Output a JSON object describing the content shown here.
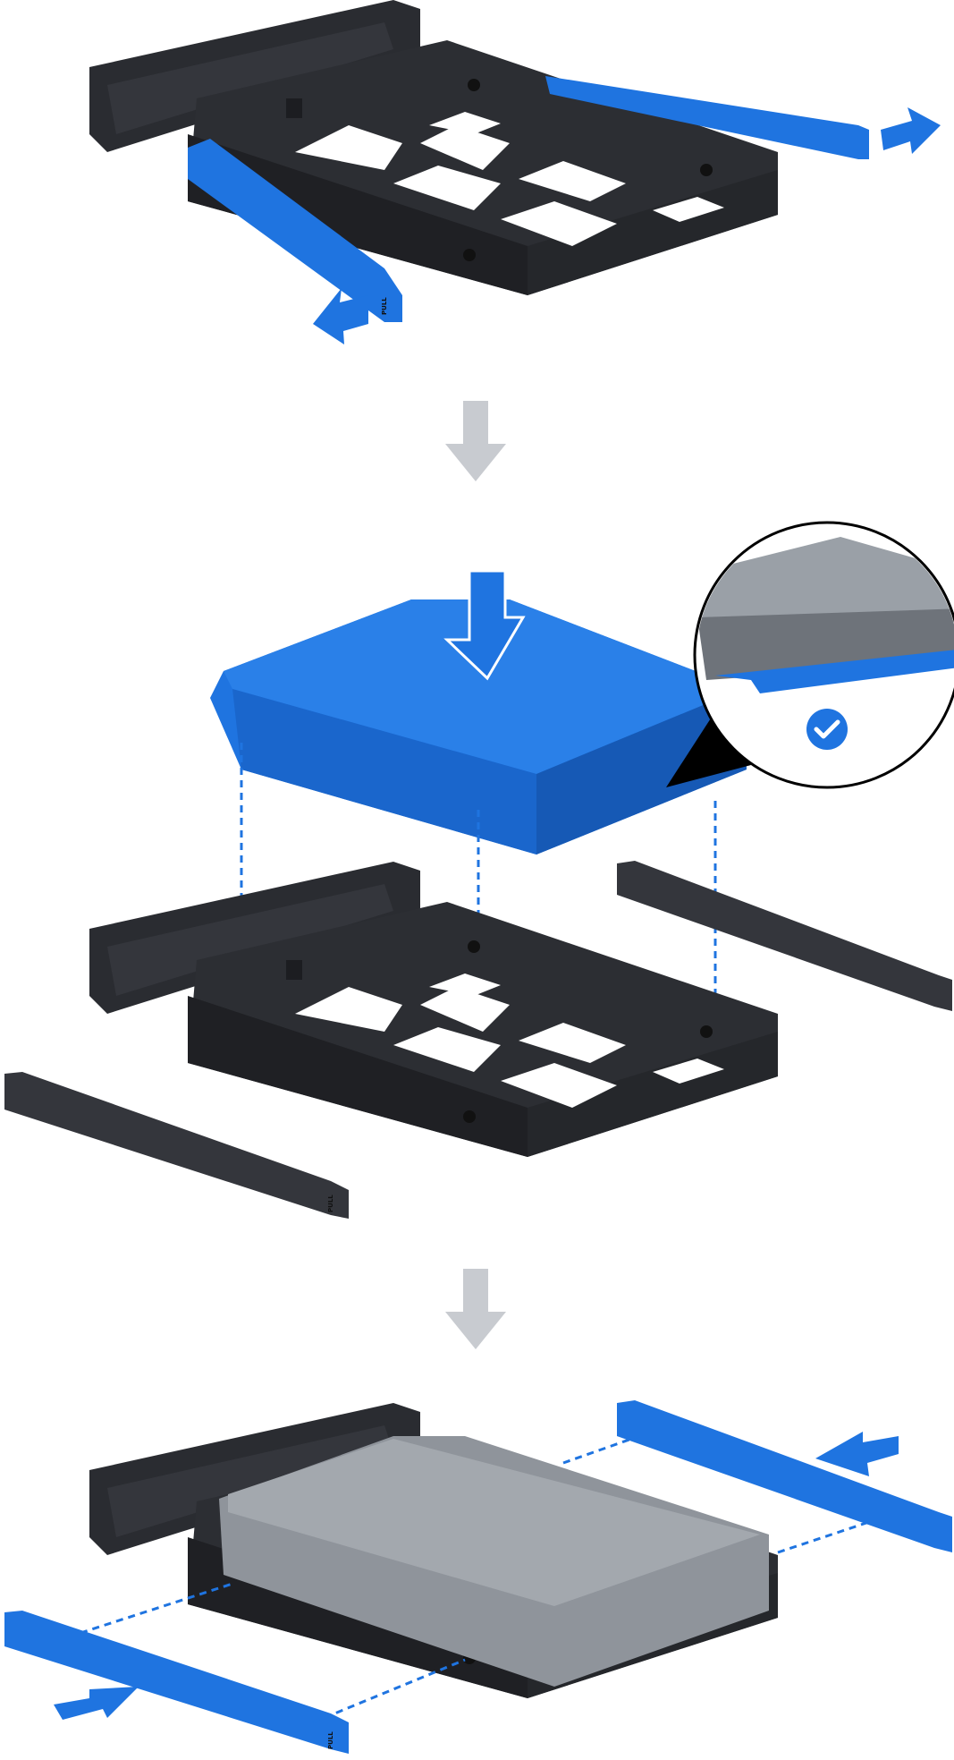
{
  "steps": [
    {
      "id": "step-1",
      "pull_label": "PULL"
    },
    {
      "id": "step-2",
      "pull_label": "PULL"
    },
    {
      "id": "step-3",
      "pull_label": "PULL"
    }
  ],
  "colors": {
    "accent_blue": "#1f74e0",
    "tray_dark": "#2c2e33",
    "step_arrow": "#c8cbd0",
    "drive_gray": "#8f949b"
  }
}
